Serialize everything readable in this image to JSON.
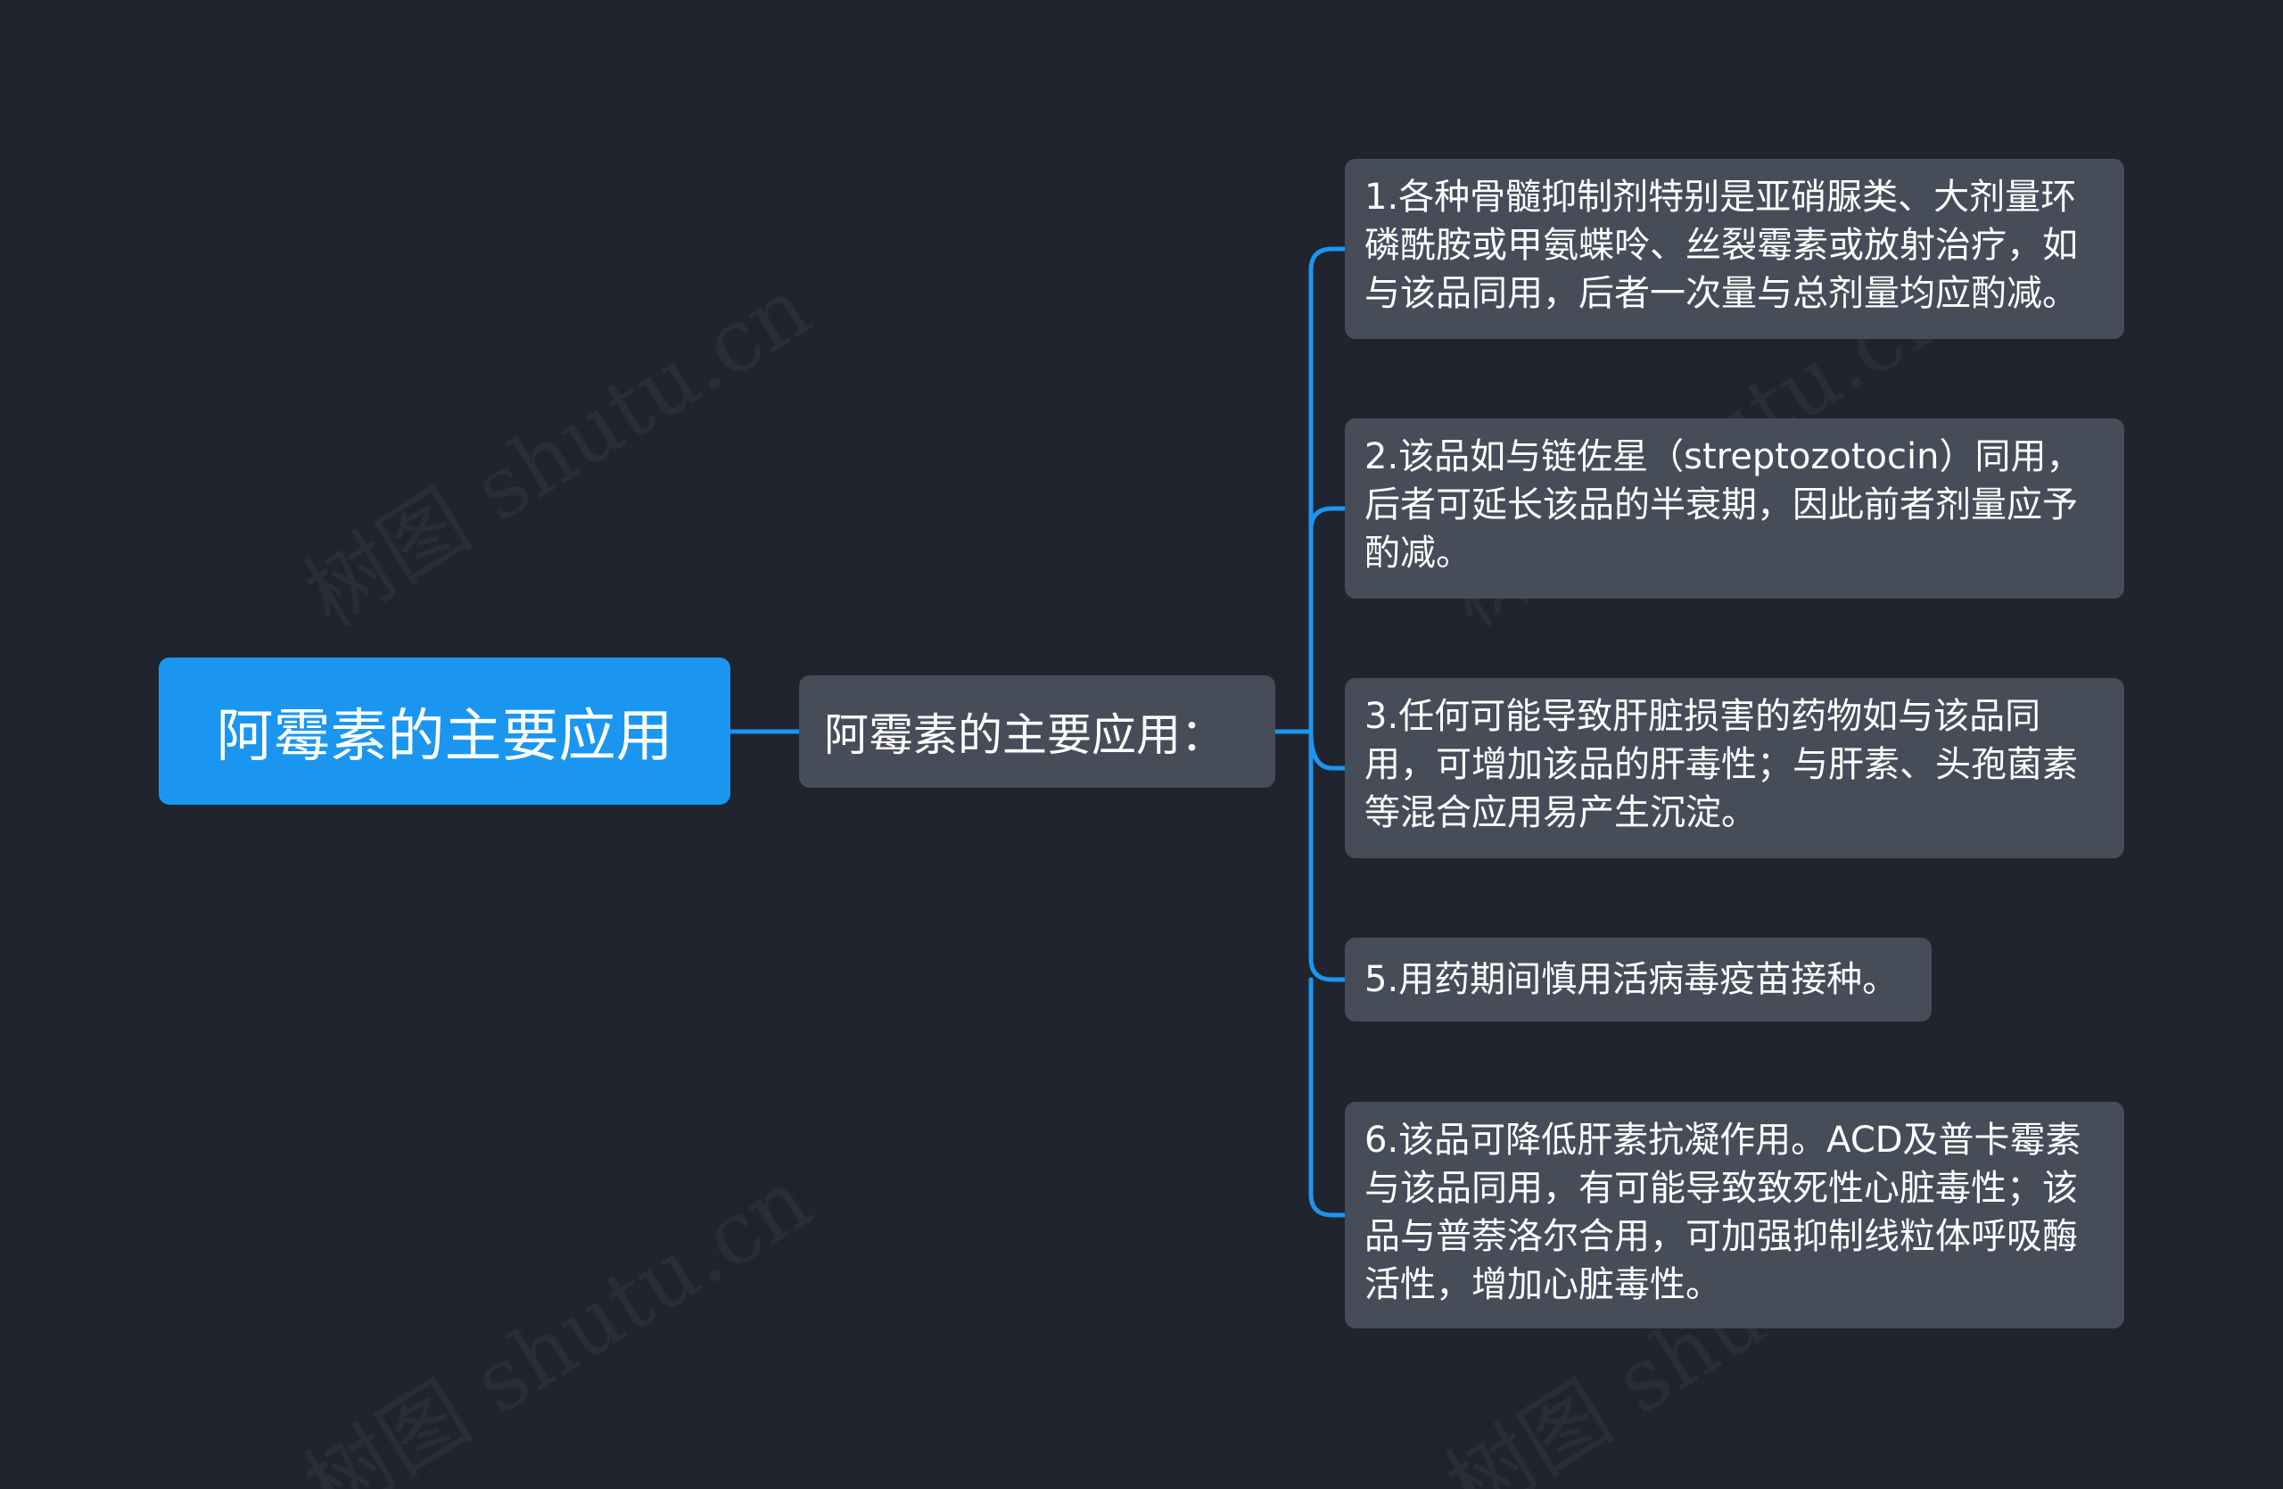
{
  "mindmap": {
    "root": {
      "label": "阿霉素的主要应用"
    },
    "branch": {
      "label": "阿霉素的主要应用："
    },
    "leaves": [
      {
        "label": "1.各种骨髓抑制剂特别是亚硝脲类、大剂量环磷酰胺或甲氨蝶呤、丝裂霉素或放射治疗，如与该品同用，后者一次量与总剂量均应酌减。"
      },
      {
        "label": "2.该品如与链佐星（streptozotocin）同用，后者可延长该品的半衰期，因此前者剂量应予酌减。"
      },
      {
        "label": "3.任何可能导致肝脏损害的药物如与该品同用，可增加该品的肝毒性；与肝素、头孢菌素等混合应用易产生沉淀。"
      },
      {
        "label": "5.用药期间慎用活病毒疫苗接种。"
      },
      {
        "label": "6.该品可降低肝素抗凝作用。ACD及普卡霉素与该品同用，有可能导致致死性心脏毒性；该品与普萘洛尔合用，可加强抑制线粒体呼吸酶活性，增加心脏毒性。"
      }
    ]
  },
  "watermark": {
    "text": "树图 shutu.cn"
  },
  "colors": {
    "background": "#20242f",
    "root_fill": "#1a96f0",
    "node_fill": "#474c59",
    "connector": "#1a96f0",
    "text": "#ffffff"
  }
}
